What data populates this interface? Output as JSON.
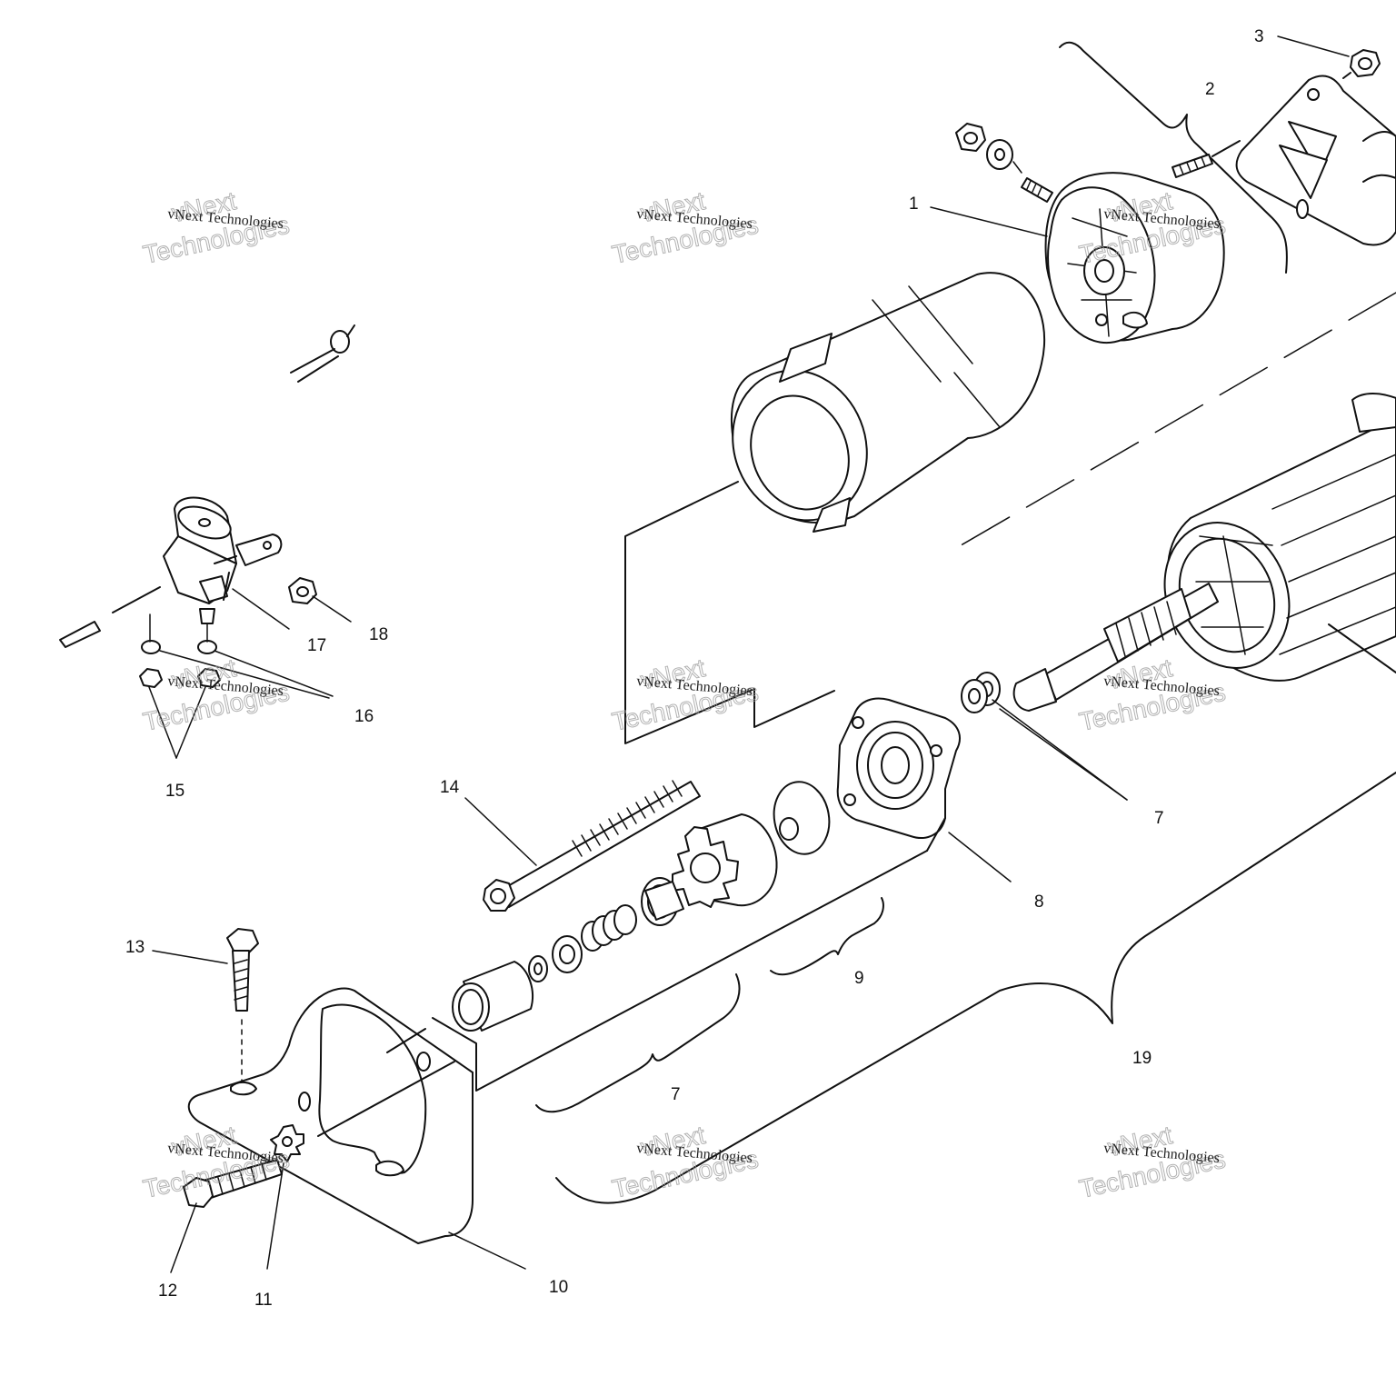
{
  "diagram": {
    "callouts": [
      {
        "id": "c1",
        "label": "1"
      },
      {
        "id": "c2",
        "label": "2"
      },
      {
        "id": "c3",
        "label": "3"
      },
      {
        "id": "c7a",
        "label": "7"
      },
      {
        "id": "c7b",
        "label": "7"
      },
      {
        "id": "c8",
        "label": "8"
      },
      {
        "id": "c9",
        "label": "9"
      },
      {
        "id": "c10",
        "label": "10"
      },
      {
        "id": "c11",
        "label": "11"
      },
      {
        "id": "c12",
        "label": "12"
      },
      {
        "id": "c13",
        "label": "13"
      },
      {
        "id": "c14",
        "label": "14"
      },
      {
        "id": "c15",
        "label": "15"
      },
      {
        "id": "c16",
        "label": "16"
      },
      {
        "id": "c17",
        "label": "17"
      },
      {
        "id": "c18",
        "label": "18"
      },
      {
        "id": "c19",
        "label": "19"
      }
    ],
    "watermark": {
      "small": "vNext Technologies",
      "large_top": "vNext",
      "large_bottom": "Technologies"
    }
  }
}
